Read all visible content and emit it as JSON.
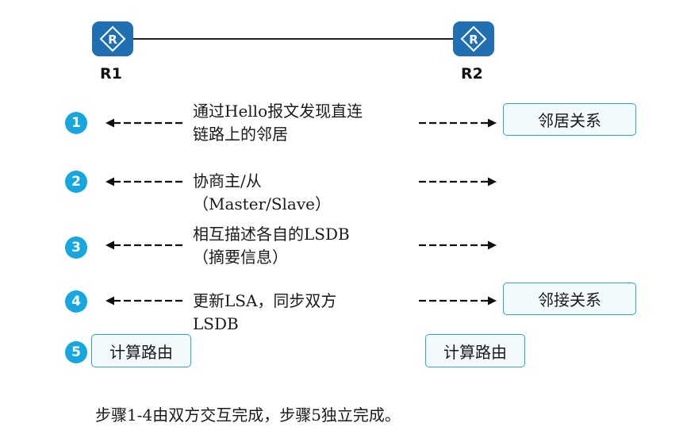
{
  "routers": [
    {
      "label": "R1",
      "icon": "router-icon",
      "glyph": "R"
    },
    {
      "label": "R2",
      "icon": "router-icon",
      "glyph": "R"
    }
  ],
  "steps": [
    {
      "number": "1",
      "lines": [
        "通过Hello报文发现直连",
        "链路上的邻居"
      ],
      "right_box": "邻居关系"
    },
    {
      "number": "2",
      "lines": [
        "协商主/从",
        "（Master/Slave）"
      ]
    },
    {
      "number": "3",
      "lines": [
        "相互描述各自的LSDB",
        "（摘要信息）"
      ]
    },
    {
      "number": "4",
      "lines": [
        "更新LSA，同步双方",
        "LSDB"
      ],
      "right_box": "邻接关系"
    },
    {
      "number": "5",
      "left_box": "计算路由",
      "right_box": "计算路由"
    }
  ],
  "footer": "步骤1-4由双方交互完成，步骤5独立完成。",
  "colors": {
    "router": "#1f6fb2",
    "step_circle": "#16a6e0",
    "box_border": "#2ea5d6"
  }
}
